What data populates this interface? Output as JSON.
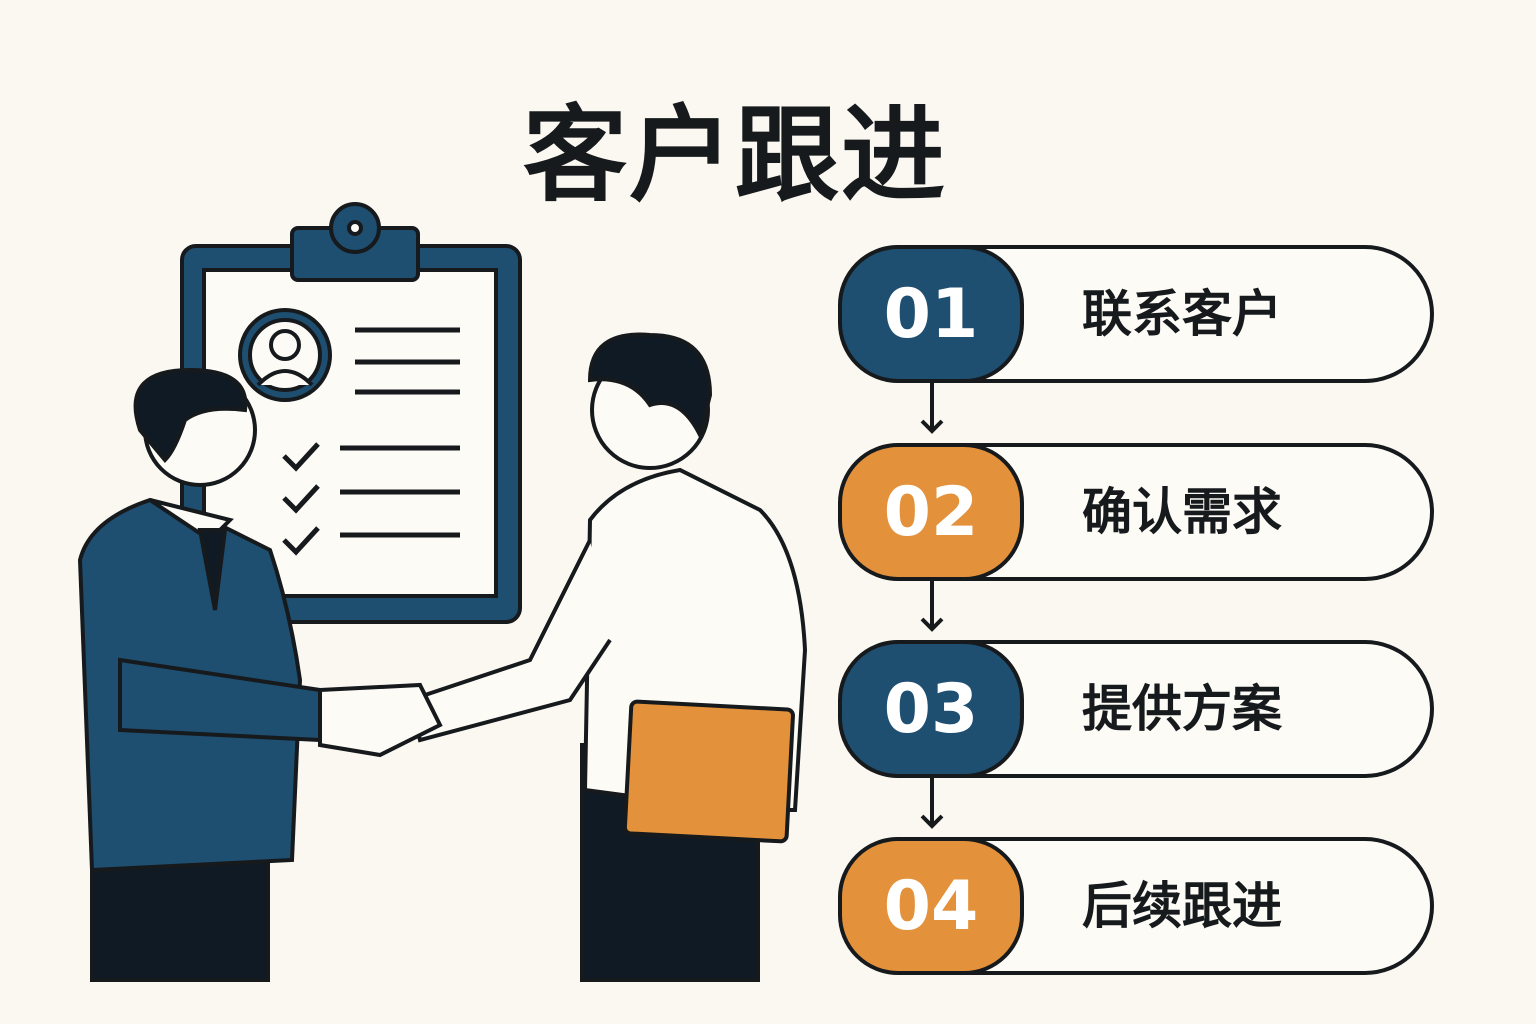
{
  "title": "客户跟进",
  "colors": {
    "navy": "#1e4e70",
    "orange": "#e3913a",
    "background": "#fbf8f1",
    "outline": "#161a1d"
  },
  "steps": [
    {
      "number": "01",
      "label": "联系客户",
      "color": "#1e4e70"
    },
    {
      "number": "02",
      "label": "确认需求",
      "color": "#e3913a"
    },
    {
      "number": "03",
      "label": "提供方案",
      "color": "#1e4e70"
    },
    {
      "number": "04",
      "label": "后续跟进",
      "color": "#e3913a"
    }
  ]
}
